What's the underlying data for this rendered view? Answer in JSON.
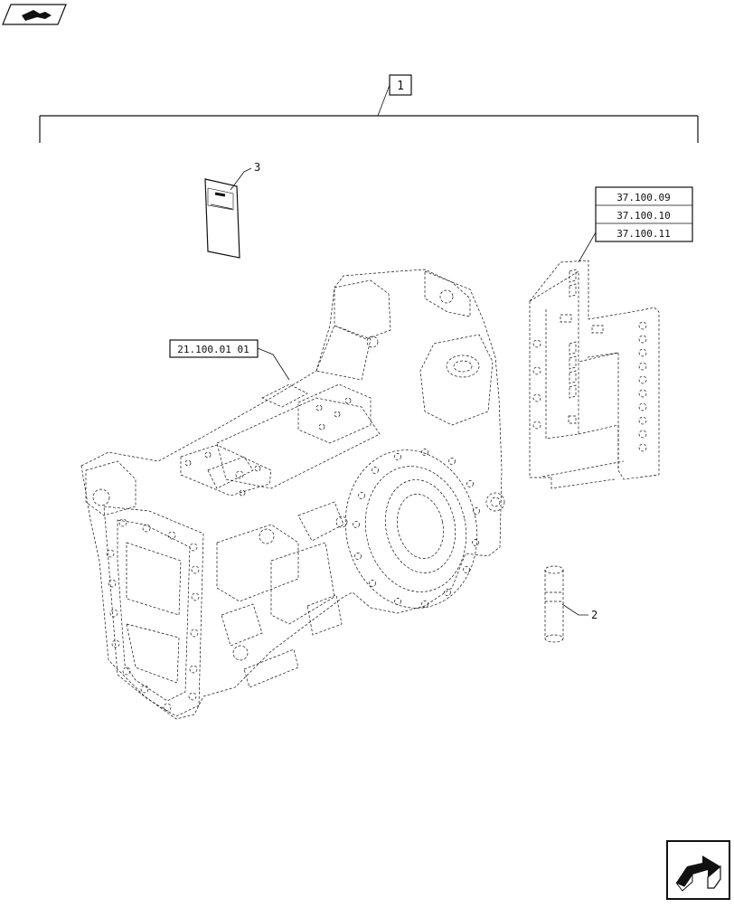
{
  "callouts": {
    "item_1": "1",
    "item_2": "2",
    "item_3": "3"
  },
  "references": {
    "housing_ref": "21.100.01 01",
    "bracket_refs": [
      "37.100.09",
      "37.100.10",
      "37.100.11"
    ]
  },
  "icons": {
    "top_left": "back-arrow-icon",
    "bottom_right": "next-page-icon"
  }
}
